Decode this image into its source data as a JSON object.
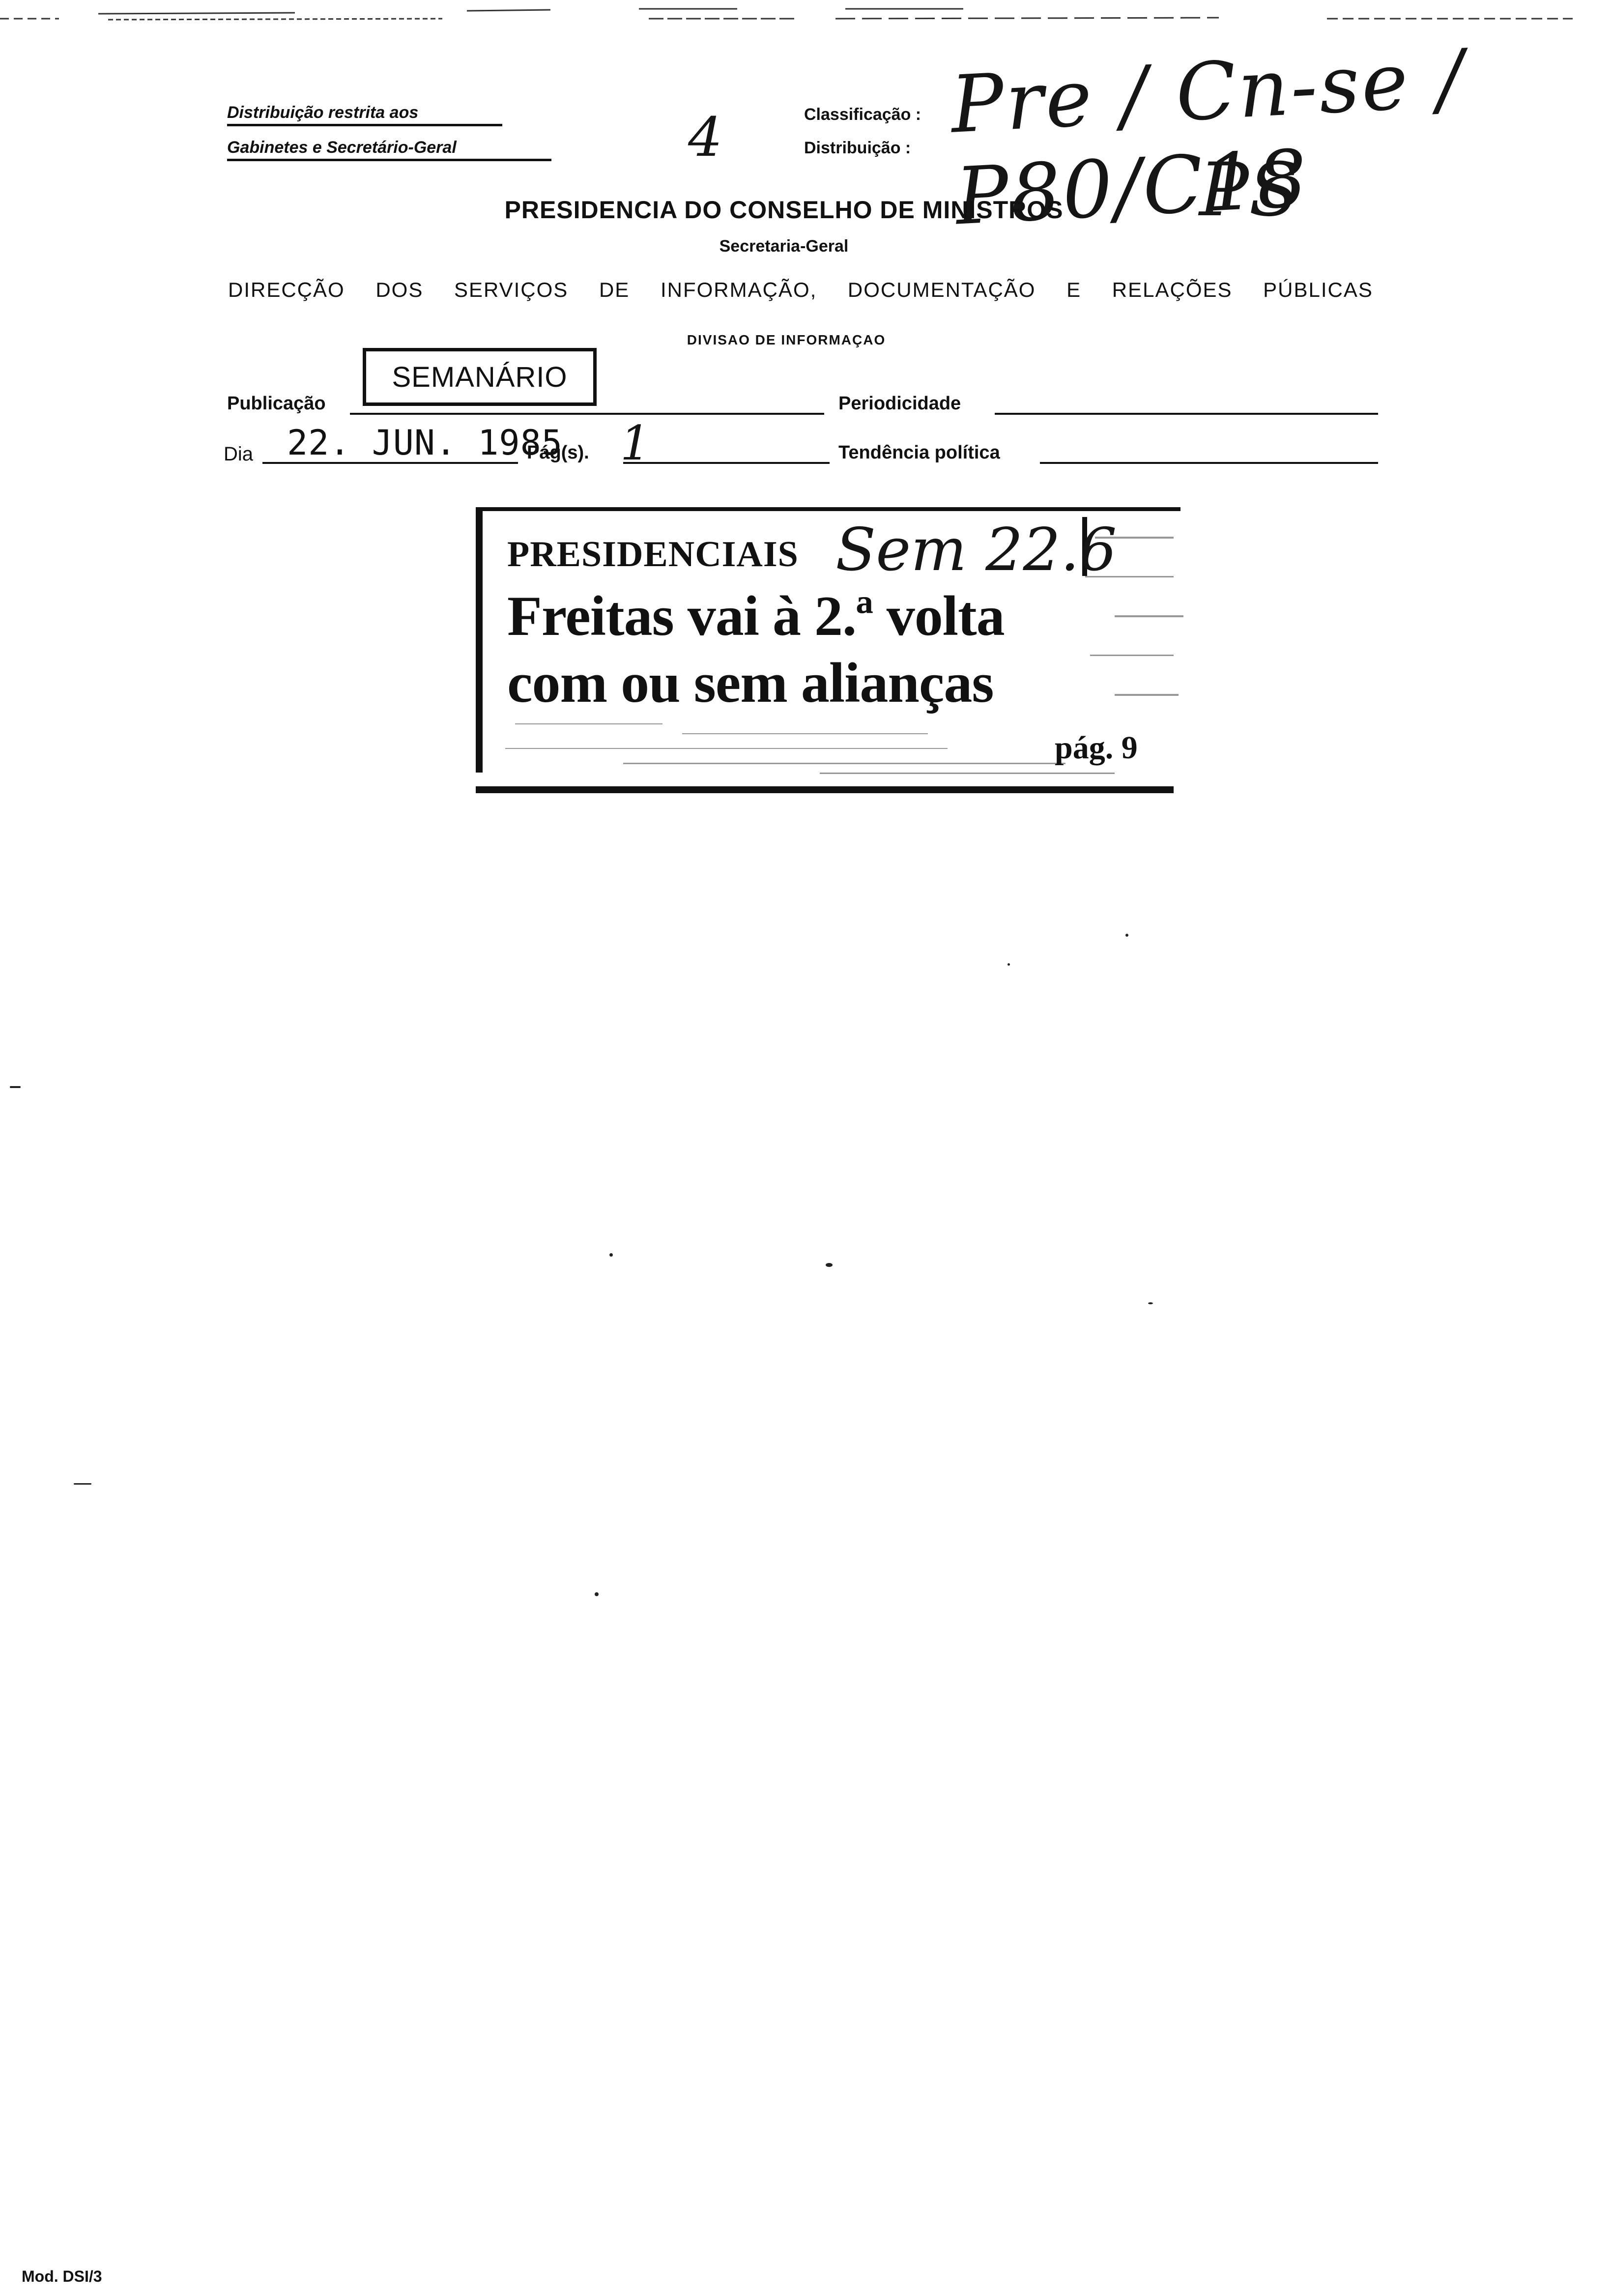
{
  "header": {
    "restricted_line1": "Distribuição restrita aos",
    "restricted_line2": "Gabinetes e Secretário-Geral",
    "classification_label": "Classificação :",
    "distribution_label": "Distribuição :",
    "handwritten_number": "4",
    "handwritten_classification": "Pre / Cn-se / P80/C18",
    "handwritten_distribution": "PS"
  },
  "titles": {
    "main": "PRESIDENCIA DO CONSELHO DE MINISTROS",
    "sub": "Secretaria-Geral",
    "directorate_words": [
      "DIRECÇÃO",
      "DOS",
      "SERVIÇOS",
      "DE",
      "INFORMAÇÃO,",
      "DOCUMENTAÇÃO",
      "E",
      "RELAÇÕES",
      "PÚBLICAS"
    ],
    "division": "DIVISAO DE INFORMAÇAO"
  },
  "form": {
    "publication_label": "Publicação",
    "publication_value": "SEMANÁRIO",
    "periodicity_label": "Periodicidade",
    "day_label": "Dia",
    "day_value": "22. JUN. 1985",
    "pages_label": "Pág(s).",
    "pages_value": "1",
    "political_label": "Tendência política"
  },
  "clipping": {
    "kicker": "PRESIDENCIAIS",
    "kicker_handwritten": "Sem 22.6",
    "headline_line1": "Freitas vai à 2.ª volta",
    "headline_line2": "com ou sem alianças",
    "page_ref": "pág. 9"
  },
  "footer": {
    "model": "Mod. DSI/3"
  }
}
